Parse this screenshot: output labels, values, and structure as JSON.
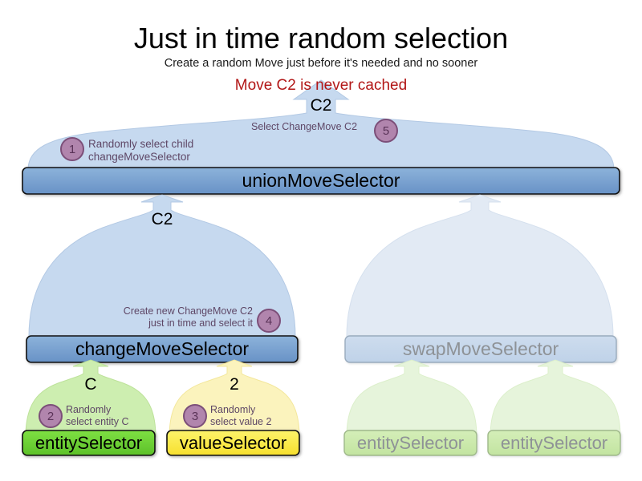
{
  "header": {
    "title": "Just in time random selection",
    "subtitle": "Create a random Move just before it's needed and no sooner",
    "warning": "Move C2 is never cached"
  },
  "colors": {
    "selector_blue_fill": "#6f9dd1",
    "selector_blue_border": "#1a1a1a",
    "flow_blue_fill": "#c6d9ef",
    "flow_blue_faded_fill": "#e2eaf4",
    "entity_green_fill": "#67d132",
    "entity_green_faded_fill": "#c8e8a8",
    "value_yellow_fill": "#fbe949",
    "flow_green_fill": "#cdeeb0",
    "flow_green_faded_fill": "#e6f4db",
    "flow_yellow_fill": "#fbf3bd",
    "badge_fill": "#b185ad",
    "badge_border": "#7c4f79",
    "annotation_text": "#5e4766",
    "warning_text": "#b21717",
    "faded_text": "#8e9296"
  },
  "nodes": {
    "union": {
      "label": "unionMoveSelector",
      "faded": false
    },
    "change": {
      "label": "changeMoveSelector",
      "faded": false
    },
    "swap": {
      "label": "swapMoveSelector",
      "faded": true
    },
    "entity_left": {
      "label": "entitySelector",
      "faded": false
    },
    "value_left": {
      "label": "valueSelector",
      "faded": false
    },
    "entity_right_1": {
      "label": "entitySelector",
      "faded": true
    },
    "entity_right_2": {
      "label": "entitySelector",
      "faded": true
    }
  },
  "flows": {
    "out_top": {
      "value": "C2"
    },
    "union_to_change": {
      "value": "C2"
    },
    "change_to_entity": {
      "value": "C"
    },
    "change_to_value": {
      "value": "2"
    }
  },
  "steps": [
    {
      "number": "1",
      "text": "Randomly select child\nchangeMoveSelector",
      "align": "left"
    },
    {
      "number": "2",
      "text": "Randomly\nselect entity C",
      "align": "left"
    },
    {
      "number": "3",
      "text": "Randomly\nselect value 2",
      "align": "left"
    },
    {
      "number": "4",
      "text": "Create new ChangeMove C2\njust in time and select it",
      "align": "right"
    },
    {
      "number": "5",
      "text": "Select ChangeMove C2",
      "align": "left"
    }
  ]
}
